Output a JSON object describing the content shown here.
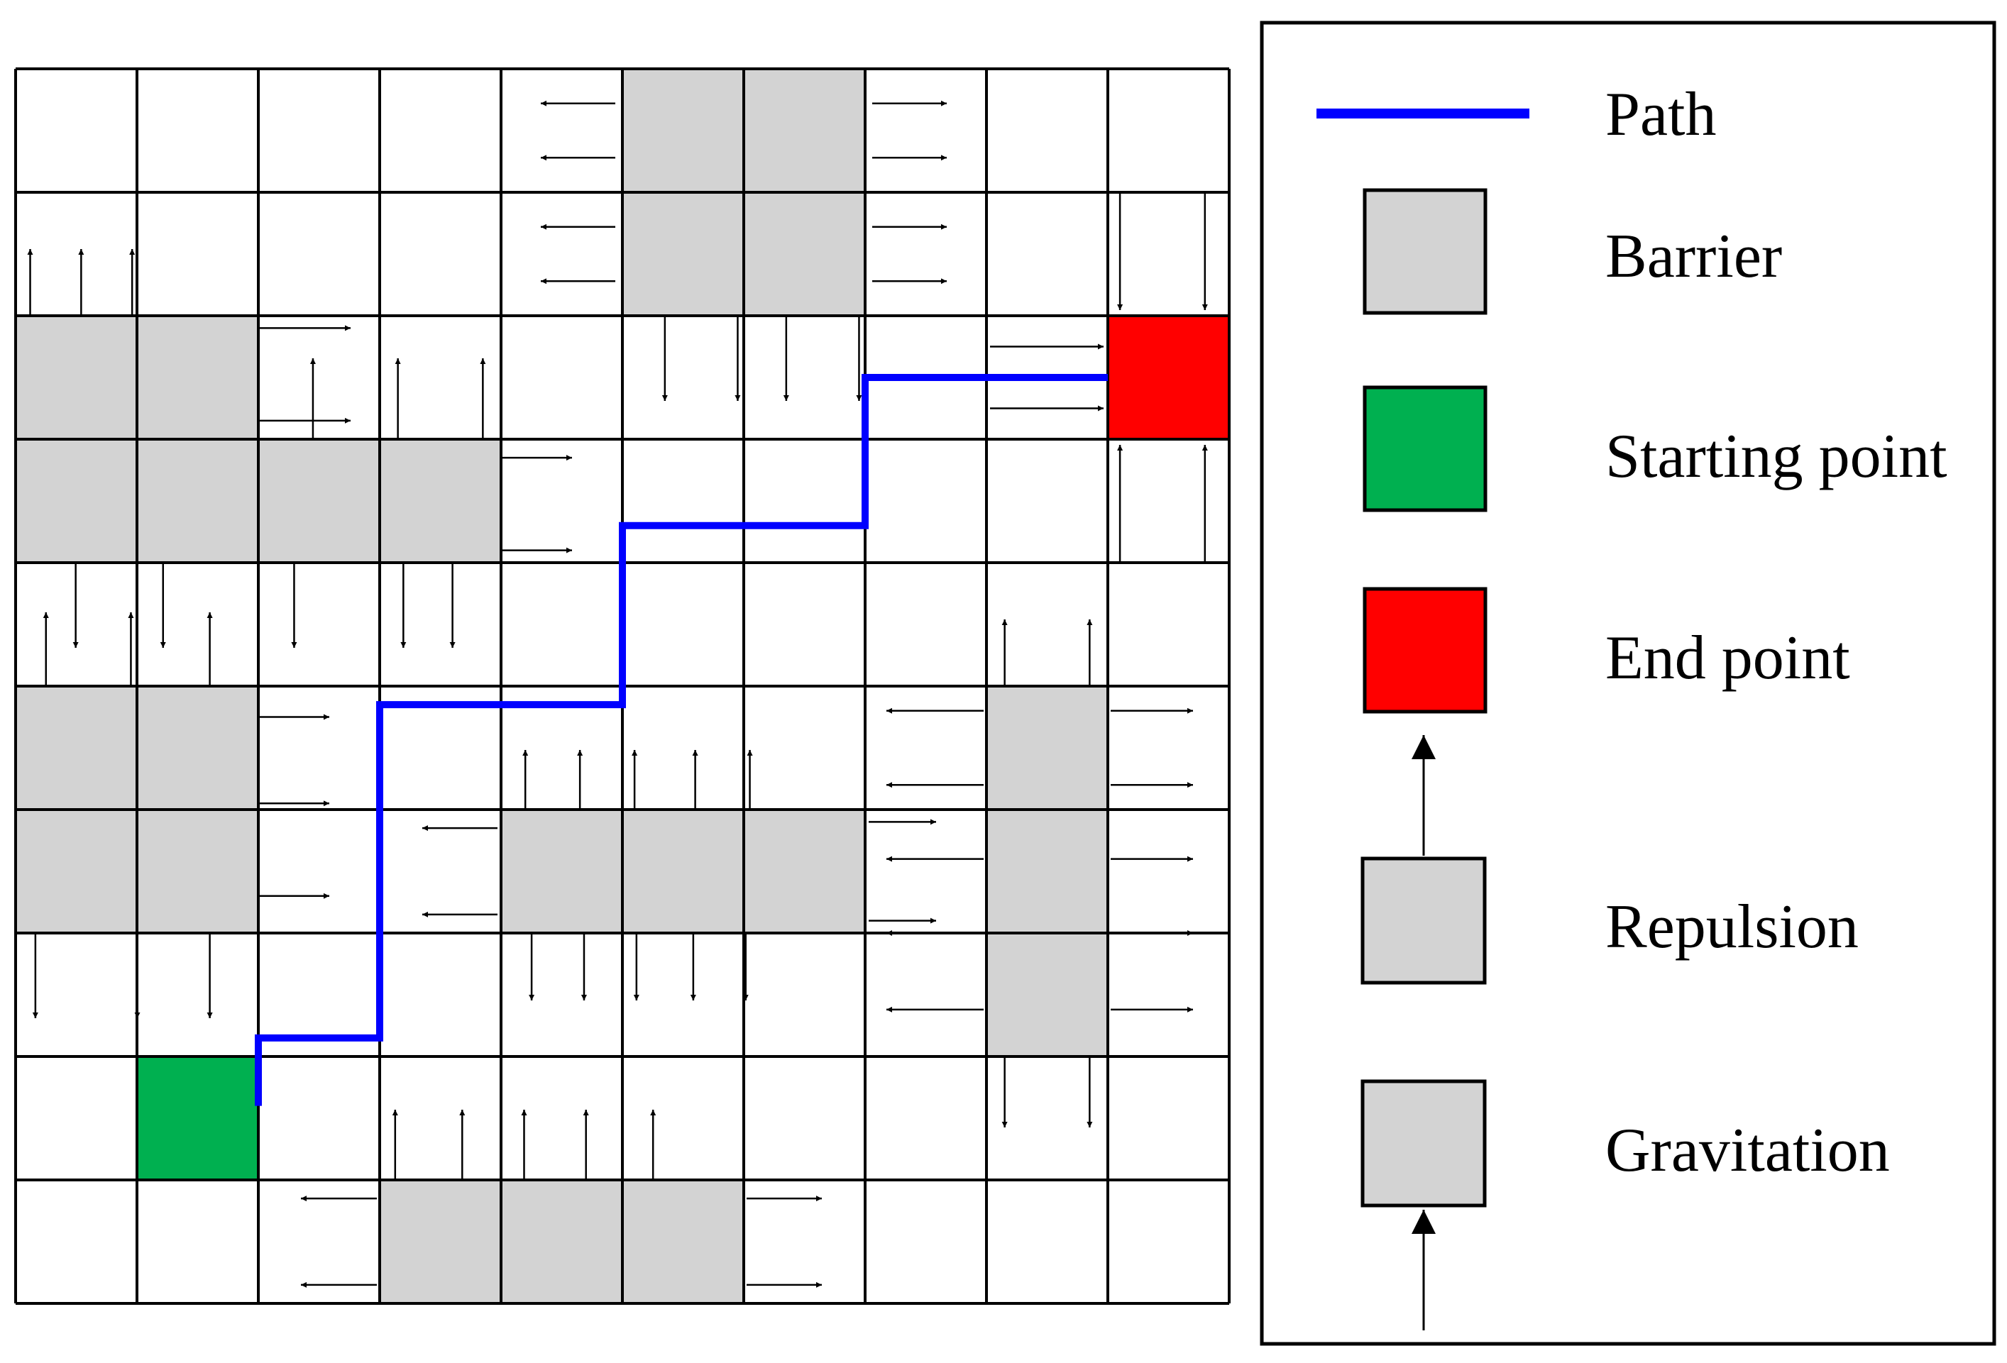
{
  "grid": {
    "rows": 10,
    "cols": 10,
    "barriers": [
      [
        0,
        5
      ],
      [
        0,
        6
      ],
      [
        1,
        5
      ],
      [
        1,
        6
      ],
      [
        2,
        0
      ],
      [
        2,
        1
      ],
      [
        3,
        0
      ],
      [
        3,
        1
      ],
      [
        3,
        2
      ],
      [
        3,
        3
      ],
      [
        5,
        0
      ],
      [
        5,
        1
      ],
      [
        6,
        0
      ],
      [
        6,
        1
      ],
      [
        6,
        4
      ],
      [
        6,
        5
      ],
      [
        6,
        6
      ],
      [
        5,
        8
      ],
      [
        6,
        8
      ],
      [
        7,
        8
      ],
      [
        9,
        3
      ],
      [
        9,
        4
      ],
      [
        9,
        5
      ]
    ],
    "start": [
      8,
      1
    ],
    "end": [
      2,
      9
    ]
  },
  "path": [
    [
      2,
      9,
      0.5
    ],
    [
      2,
      7,
      0.5
    ],
    [
      3,
      7,
      0.7
    ],
    [
      3,
      5,
      0.7
    ],
    [
      5,
      5,
      0.15
    ],
    [
      5,
      3,
      0.15
    ],
    [
      7,
      3,
      0.85
    ],
    [
      7,
      2,
      0.85
    ],
    [
      8,
      2,
      0.4
    ]
  ],
  "legend": {
    "path_label": "Path",
    "barrier_label": "Barrier",
    "start_label": "Starting point",
    "end_label": "End point",
    "repulsion_label": "Repulsion",
    "gravitation_label": "Gravitation"
  },
  "colors": {
    "barrier": "#d3d3d3",
    "start": "#00b050",
    "end": "#ff0000",
    "path": "#0000ff",
    "grid_line": "#000000"
  },
  "icons": [
    "repulsion-arrow-icon",
    "gravitation-arrow-icon"
  ]
}
